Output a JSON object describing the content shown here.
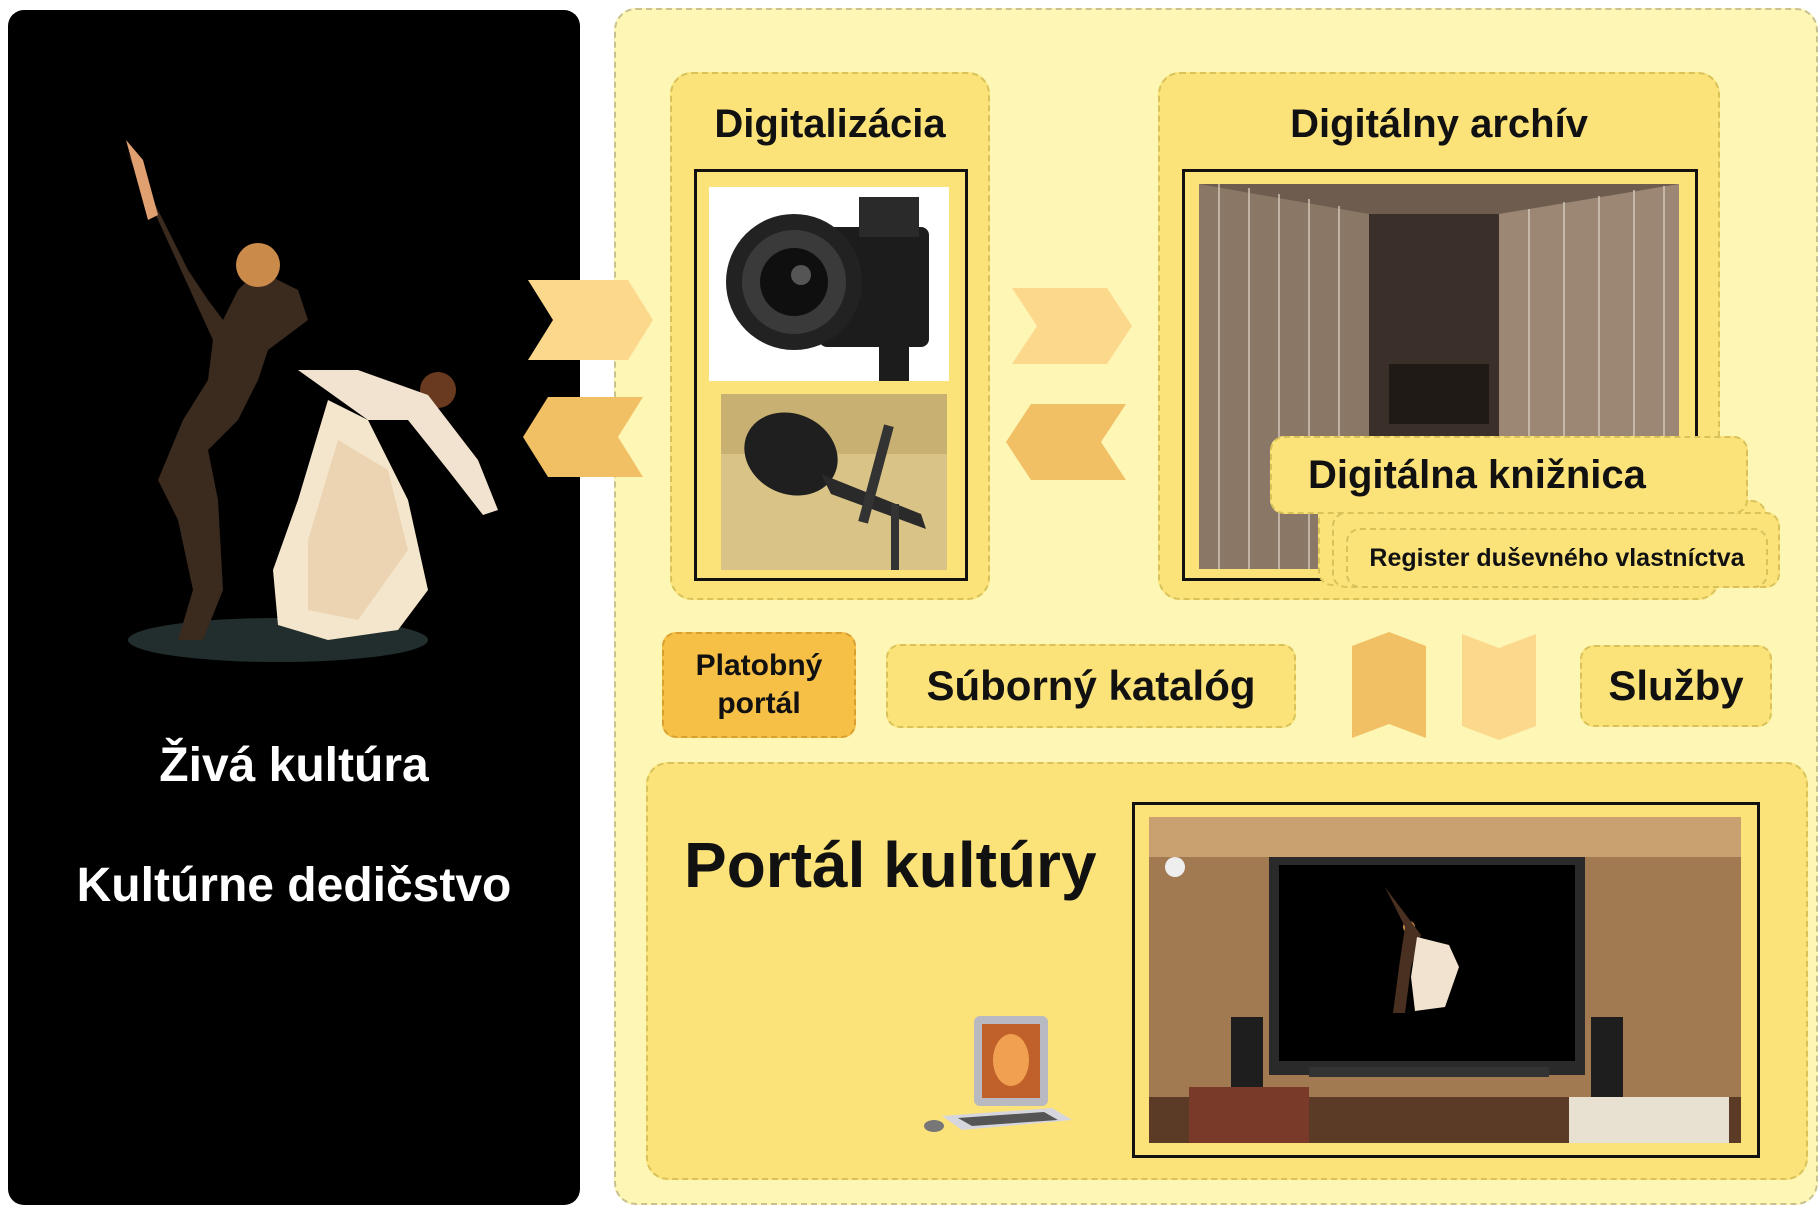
{
  "left": {
    "caption_live": "Živá kultúra",
    "caption_heritage": "Kultúrne dedičstvo"
  },
  "digitization": {
    "title": "Digitalizácia"
  },
  "archive": {
    "title": "Digitálny archív"
  },
  "library": {
    "title": "Digitálna knižnica",
    "register": "Register duševného vlastníctva"
  },
  "payment_portal": {
    "line1": "Platobný",
    "line2": "portál"
  },
  "catalog": {
    "label": "Súborný katalóg"
  },
  "services": {
    "label": "Služby"
  },
  "portal": {
    "title": "Portál kultúry"
  },
  "colors": {
    "panel_bg": "#fdf6b4",
    "box_bg": "#fbe37a",
    "arrow_light": "#fcd88c",
    "arrow_dark": "#f2c064",
    "payment_bg": "#f6bf45"
  }
}
